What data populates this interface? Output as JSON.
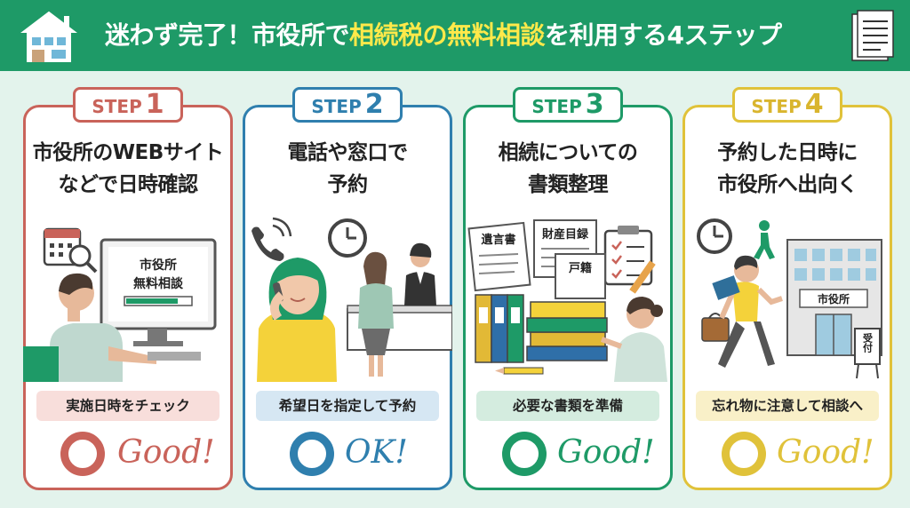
{
  "header": {
    "title_part1": "迷わず完了！市役所で",
    "title_highlight": "相続税の無料相談",
    "title_part2": "を利用する4ステップ",
    "bg_color": "#1e9a67",
    "highlight_color": "#ffe94a",
    "left_icon": "house-icon",
    "right_icon": "document-icon"
  },
  "steps": [
    {
      "step_word": "STEP",
      "step_number": "1",
      "title_line1": "市役所のWEBサイト",
      "title_line2": "などで日時確認",
      "illustration": {
        "icons": [
          "calendar-search-icon",
          "monitor-icon",
          "person-at-computer"
        ],
        "screen_line1": "市役所",
        "screen_line2": "無料相談"
      },
      "label": "実施日時をチェック",
      "ok_text": "Good!",
      "color": "#c9635a",
      "label_bg": "#f8dedb"
    },
    {
      "step_word": "STEP",
      "step_number": "2",
      "title_line1": "電話や窓口で",
      "title_line2": "予約",
      "illustration": {
        "icons": [
          "phone-icon",
          "clock-icon",
          "woman-on-phone",
          "reception-counter"
        ]
      },
      "label": "希望日を指定して予約",
      "ok_text": "OK!",
      "color": "#2f7fae",
      "label_bg": "#d6e7f3"
    },
    {
      "step_word": "STEP",
      "step_number": "3",
      "title_line1": "相続についての",
      "title_line2": "書類整理",
      "illustration": {
        "icons": [
          "clipboard-checklist-icon",
          "binders-icon",
          "book-stack-icon",
          "pencil-icon",
          "woman-pointing"
        ],
        "doc1": "遺言書",
        "doc2": "財産目録",
        "doc3": "戸籍"
      },
      "label": "必要な書類を準備",
      "ok_text": "Good!",
      "color": "#1e9a67",
      "label_bg": "#d4ecdf"
    },
    {
      "step_word": "STEP",
      "step_number": "4",
      "title_line1": "予約した日時に",
      "title_line2": "市役所へ出向く",
      "illustration": {
        "icons": [
          "clock-icon",
          "walking-person-icon",
          "city-hall-building",
          "man-walking"
        ],
        "building_sign": "市役所",
        "reception_sign": "受付"
      },
      "label": "忘れ物に注意して相談へ",
      "ok_text": "Good!",
      "color": "#e0c23a",
      "label_bg": "#f9f0c8"
    }
  ]
}
